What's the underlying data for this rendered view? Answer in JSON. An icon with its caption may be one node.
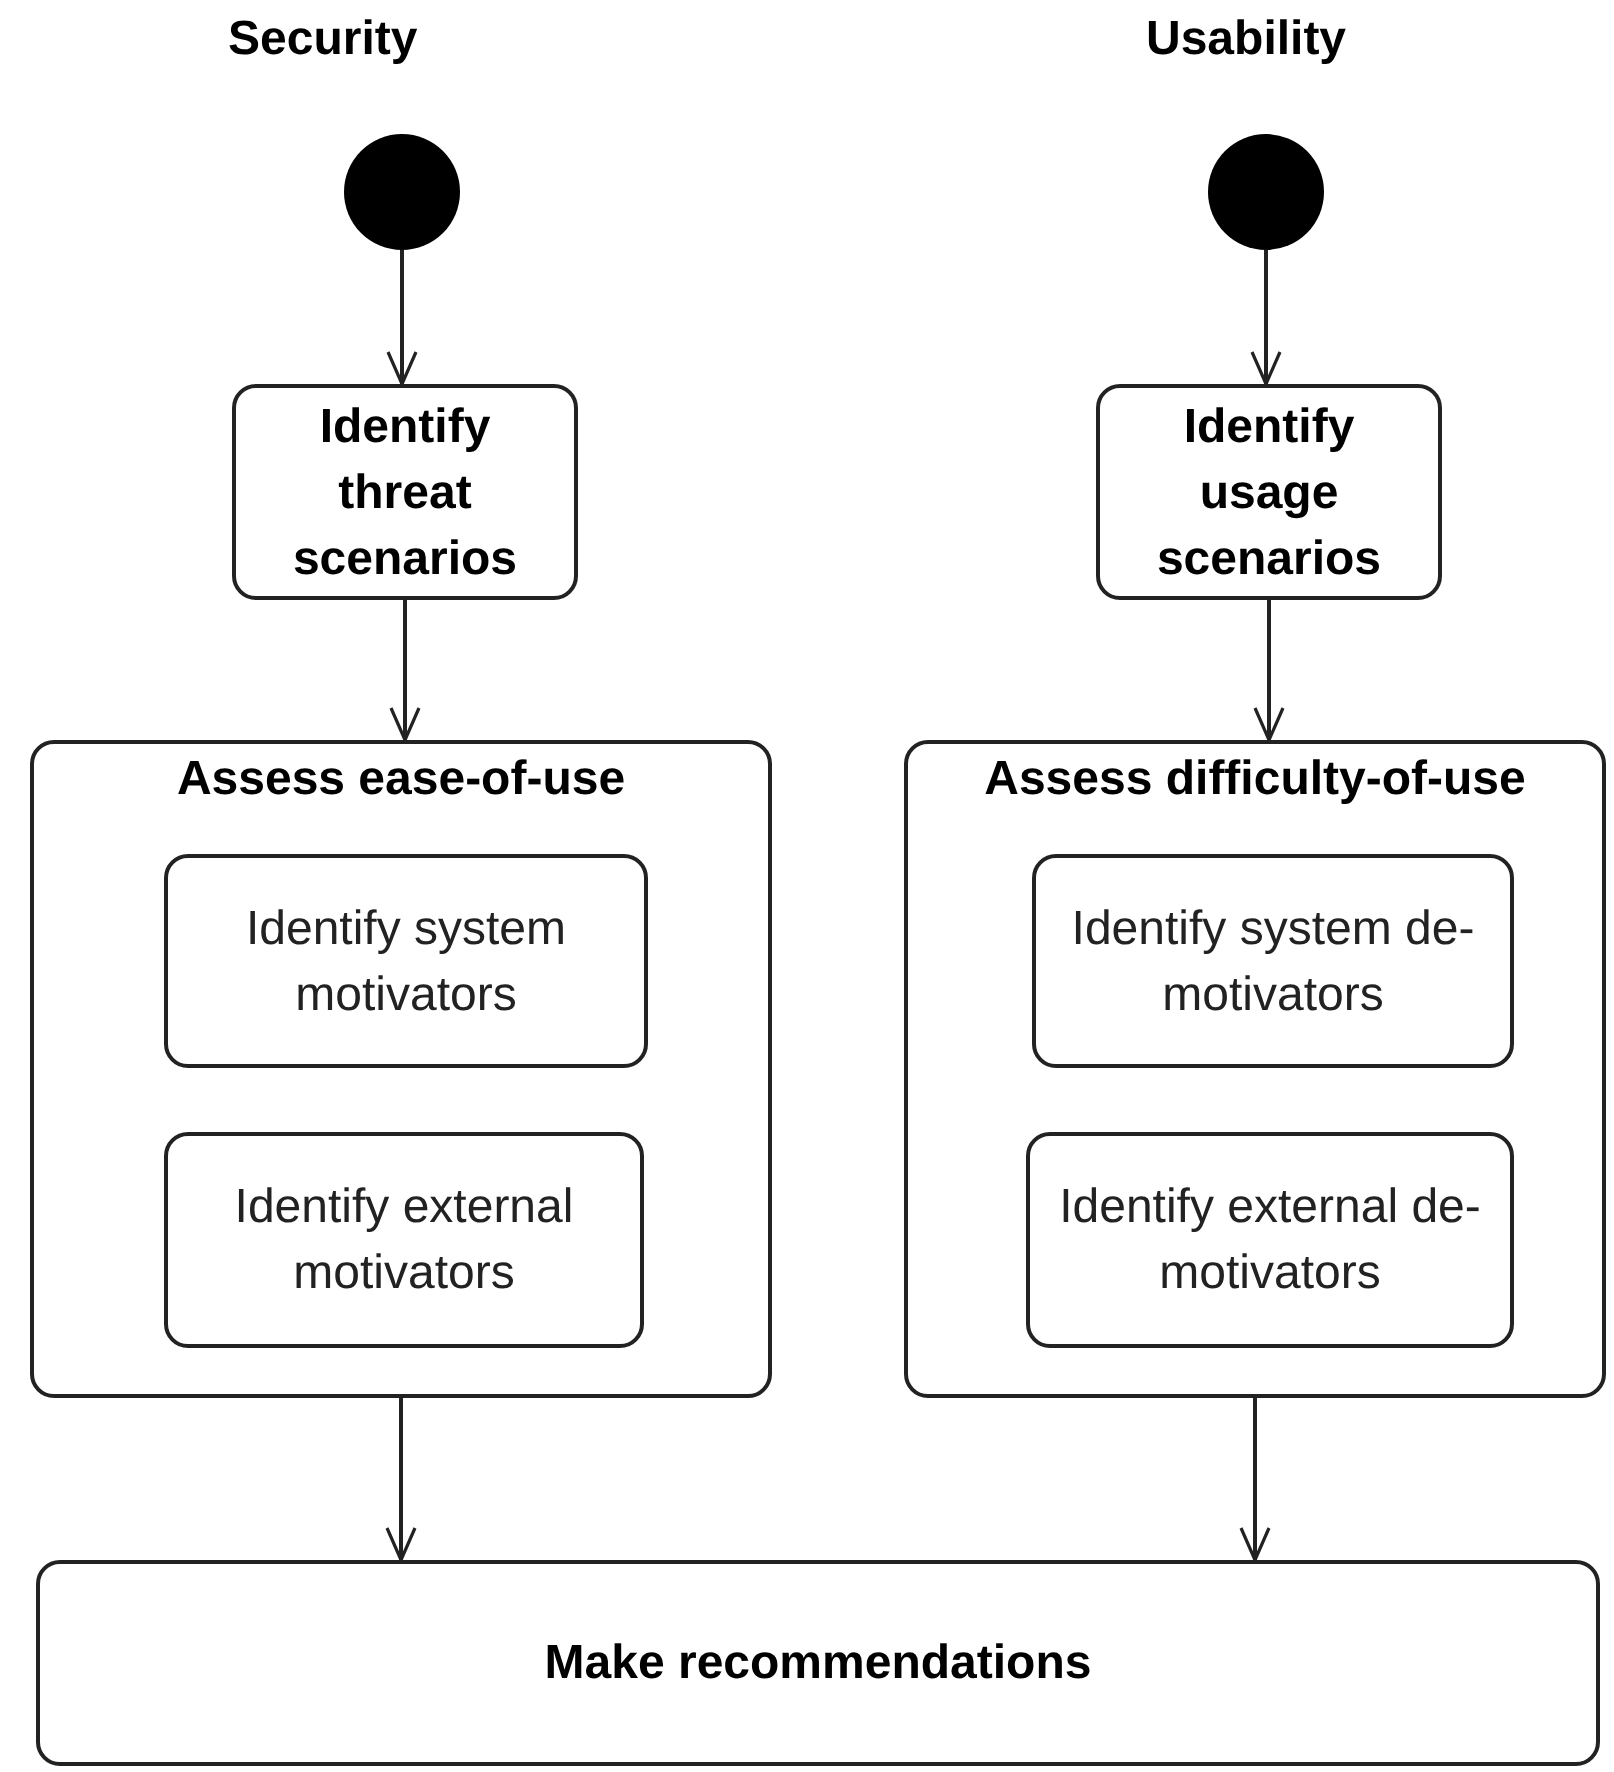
{
  "diagram": {
    "nodes": [
      {
        "text": [],
        "shape": "circle"
      },
      {
        "text": [
          "Identify threat scenarios"
        ]
      },
      {
        "text": [
          "Assess ease-of-use"
        ]
      },
      {
        "text": [
          "Identify system motivators"
        ],
        "in": 2
      },
      {
        "text": [
          "Identify external motivators"
        ],
        "in": 2
      },
      {
        "text": [],
        "shape": "circle"
      },
      {
        "text": [
          "Identify usage scenarios"
        ]
      },
      {
        "text": [
          "Assess difficulty-of-use"
        ]
      },
      {
        "text": [
          "Identify system de-motivators"
        ],
        "in": 7
      },
      {
        "text": [
          "Identify external de-motivators"
        ],
        "in": 7
      },
      {
        "text": [
          "Make recommendations"
        ]
      }
    ],
    "edges": [
      {
        "from": 0,
        "to": 1,
        "arrow": "to"
      },
      {
        "from": 1,
        "to": 2,
        "arrow": "to"
      },
      {
        "from": 5,
        "to": 6,
        "arrow": "to"
      },
      {
        "from": 6,
        "to": 7,
        "arrow": "to"
      },
      {
        "from": 2,
        "to": 10,
        "arrow": "to"
      },
      {
        "from": 7,
        "to": 10,
        "arrow": "to"
      }
    ],
    "labels": [
      "Security",
      "Usability"
    ]
  }
}
